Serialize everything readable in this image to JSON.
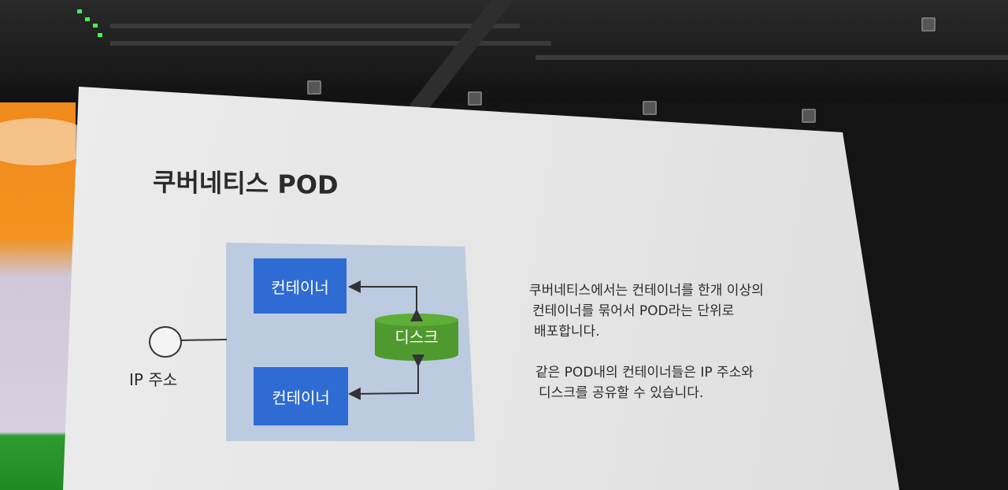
{
  "slide": {
    "title": "쿠버네티스 POD",
    "diagram": {
      "container_top": "컨테이너",
      "container_bottom": "컨테이너",
      "disk": "디스크",
      "ip": "IP 주소"
    },
    "description": {
      "p1": [
        "쿠버네티스에서는 컨테이너를 한개 이상의",
        "컨테이너를 묶어서 POD라는 단위로",
        "배포합니다."
      ],
      "p2": [
        "같은 POD내의 컨테이너들은 IP 주소와",
        "디스크를 공유할 수 있습니다."
      ]
    }
  },
  "colors": {
    "container": "#2e6bd3",
    "disk": "#4f9a2e",
    "pod_background": "#bccbe0",
    "title_text": "#2b2b2b"
  }
}
